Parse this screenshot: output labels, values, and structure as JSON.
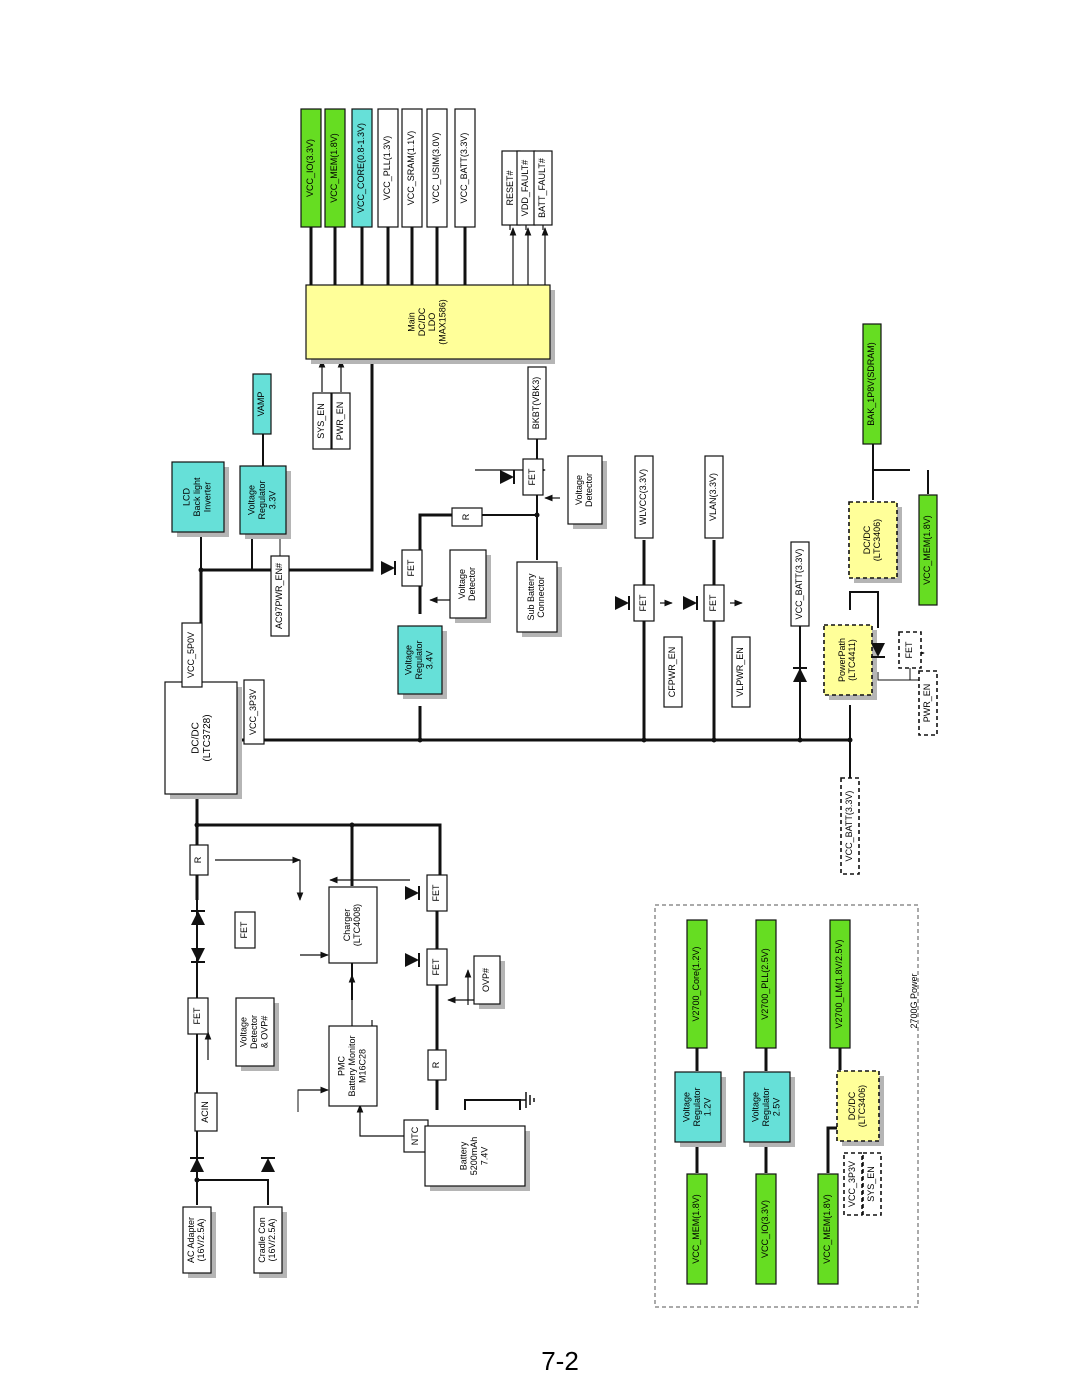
{
  "page_number": "7-2",
  "colors": {
    "green": "#66dd22",
    "cyan": "#66e0d8",
    "yellow": "#ffff99",
    "white": "#ffffff",
    "line": "#111111",
    "shadow": "#b5b5b5"
  },
  "blocks": {
    "ac_adapter": [
      "AC Adapter",
      "(16V/2.5A)"
    ],
    "cradle_con": [
      "Cradle Con",
      "(16V/2.5A)"
    ],
    "acin": [
      "ACIN"
    ],
    "voltage_detector_ovp": [
      "Voltage",
      "Detector",
      "& OVP#"
    ],
    "fet_in": [
      "FET"
    ],
    "fet_in2": [
      "FET"
    ],
    "r_in": [
      "R"
    ],
    "dcdc_main": [
      "DC/DC",
      "(LTC3728)"
    ],
    "vcc_5p0v": [
      "VCC_5P0V"
    ],
    "vcc_3p3v": [
      "VCC_3P3V"
    ],
    "lcd": [
      "LCD",
      "Back light",
      "Inverter"
    ],
    "vr_33": [
      "Voltage",
      "Regulator",
      "3.3V"
    ],
    "vamp": [
      "VAMP"
    ],
    "ac97pwr": [
      "AC97PWR_EN#"
    ],
    "sys_en": [
      "SYS_EN"
    ],
    "pwr_en": [
      "PWR_EN"
    ],
    "main_dcdc": [
      "Main",
      "DC/DC",
      "LDO",
      "(MAX1586)"
    ],
    "bkbt": [
      "BKBT(VBK3)"
    ],
    "charger": [
      "Charger",
      "(LTC4008)"
    ],
    "pmc": [
      "PMC",
      "Battery Monitor",
      "M16C28"
    ],
    "fet_chg": [
      "FET"
    ],
    "fet_ovp": [
      "FET"
    ],
    "ovp": [
      "OVP#"
    ],
    "r_batt": [
      "R"
    ],
    "ntc": [
      "NTC"
    ],
    "battery": [
      "Battery",
      "5200mAh",
      "7.4V"
    ],
    "vr_34": [
      "Voltage",
      "Regulator",
      "3.4V"
    ],
    "fet_34": [
      "FET"
    ],
    "vd_34": [
      "Voltage",
      "Detector"
    ],
    "r_mid": [
      "R"
    ],
    "fet_bk": [
      "FET"
    ],
    "vd_bk": [
      "Voltage",
      "Detector"
    ],
    "sub_batt": [
      "Sub Battery",
      "Connector"
    ],
    "fet_cf": [
      "FET"
    ],
    "cfpwr_en": [
      "CFPWR_EN"
    ],
    "wlvcc": [
      "WLVCC(3.3V)"
    ],
    "fet_vl": [
      "FET"
    ],
    "vlpwr_en": [
      "VLPWR_EN"
    ],
    "vlan": [
      "VLAN(3.3V)"
    ],
    "vcc_batt_out": [
      "VCC_BATT(3.3V)"
    ],
    "vcc_batt_in": [
      "VCC_BATT(3.3V)"
    ],
    "powerpath": [
      "PowerPath",
      "(LTC4411)"
    ],
    "fet_pp": [
      "FET"
    ],
    "pwr_en2": [
      "PWR_EN"
    ],
    "dcdc_3406": [
      "DC/DC",
      "(LTC3406)"
    ],
    "vcc_mem_18": [
      "VCC_MEM(1.8V)"
    ],
    "bak_1p8v": [
      "BAK_1P8V(SDRAM)"
    ],
    "rail_io": [
      "VCC_IO(3.3V)"
    ],
    "rail_mem": [
      "VCC_MEM(1.8V)"
    ],
    "rail_core": [
      "VCC_CORE(0.8-1.3V)"
    ],
    "rail_pll": [
      "VCC_PLL(1.3V)"
    ],
    "rail_sram": [
      "VCC_SRAM(1.1V)"
    ],
    "rail_usim": [
      "VCC_USIM(3.0V)"
    ],
    "rail_batt": [
      "VCC_BATT(3.3V)"
    ],
    "reset": [
      "RESET#"
    ],
    "vdd_fault": [
      "VDD_FAULT#"
    ],
    "batt_fault": [
      "BATT_FAULT#"
    ],
    "sec_in_mem": [
      "VCC_MEM(1.8V)"
    ],
    "sec_vr_12": [
      "Voltage",
      "Regulator",
      "1.2V"
    ],
    "sec_out_core": [
      "V2700_Core(1.2V)"
    ],
    "sec_in_io": [
      "VCC_IO(3.3V)"
    ],
    "sec_vr_25": [
      "Voltage",
      "Regulator",
      "2.5V"
    ],
    "sec_out_pll": [
      "V2700_PLL(2.5V)"
    ],
    "sec_in_mem2": [
      "VCC_MEM(1.8V)"
    ],
    "sec_vcc3p3": [
      "VCC_3P3V"
    ],
    "sec_sys_en": [
      "SYS_EN"
    ],
    "sec_dcdc": [
      "DC/DC",
      "(LTC3406)"
    ],
    "sec_out_lm": [
      "V2700_LM(1.8V/2.5V)"
    ],
    "section_title": [
      "2700G Power"
    ]
  }
}
